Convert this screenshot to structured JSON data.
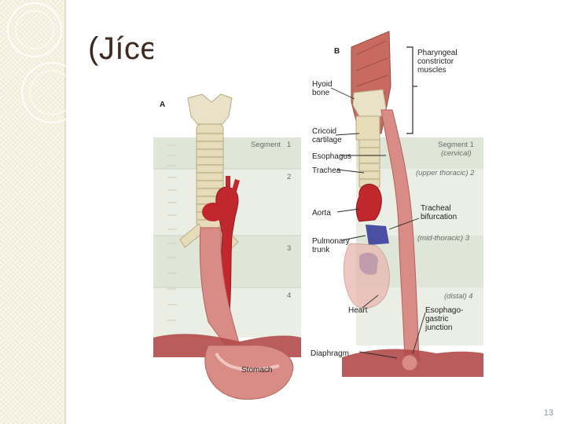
{
  "slide": {
    "title": "(Jícen)",
    "page_number": "13"
  },
  "figure": {
    "panel_a": {
      "letter": "A",
      "segment_word": "Segment",
      "segments": [
        "1",
        "2",
        "3",
        "4"
      ],
      "stomach": "Stomach"
    },
    "panel_b": {
      "letter": "B",
      "left_labels": {
        "hyoid": [
          "Hyoid",
          "bone"
        ],
        "cricoid": [
          "Cricoid",
          "cartilage"
        ],
        "esophagus": "Esophagus",
        "trachea": "Trachea",
        "aorta": "Aorta",
        "pulmonary": [
          "Pulmonary",
          "trunk"
        ],
        "heart": "Heart",
        "diaphragm": "Diaphragm"
      },
      "right_labels": {
        "pharyngeal": [
          "Pharyngeal",
          "constrictor",
          "muscles"
        ],
        "segment1": [
          "Segment 1",
          "(cervical)"
        ],
        "segment2": "(upper thoracic) 2",
        "tracheal": [
          "Tracheal",
          "bifurcation"
        ],
        "segment3": "(mid-thoracic) 3",
        "segment4": "(distal) 4",
        "ge_junction": [
          "Esophago-",
          "gastric",
          "junction"
        ]
      }
    }
  },
  "colors": {
    "sidebar": "#f3ecd8",
    "title": "#3d2a1f",
    "band": "#dfe6d8",
    "tissue": "#d98c85",
    "aorta": "#c0282d",
    "cartilage": "#e9e2c8",
    "pulmonary": "#4a4fa3"
  }
}
